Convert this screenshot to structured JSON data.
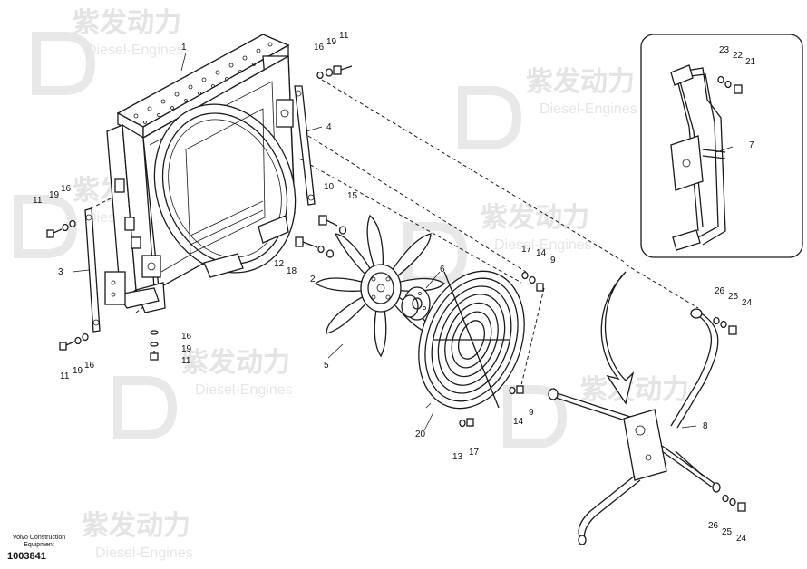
{
  "watermark": {
    "brand_cn": "紫发动力",
    "brand_en": "Diesel-Engines"
  },
  "footer": {
    "brand_line1": "Volvo Construction",
    "brand_line2": "Equipment",
    "drawing_number": "1003841"
  },
  "callouts": {
    "c1": "1",
    "c2": "2",
    "c3": "3",
    "c4": "4",
    "c5": "5",
    "c6": "6",
    "c7": "7",
    "c8": "8",
    "c9a": "9",
    "c9b": "9",
    "c10": "10",
    "c11a": "11",
    "c11b": "11",
    "c11c": "11",
    "c11d": "11",
    "c12": "12",
    "c13": "13",
    "c14a": "14",
    "c14b": "14",
    "c15": "15",
    "c16a": "16",
    "c16b": "16",
    "c16c": "16",
    "c16d": "16",
    "c17a": "17",
    "c17b": "17",
    "c18": "18",
    "c19a": "19",
    "c19b": "19",
    "c19c": "19",
    "c19d": "19",
    "c20": "20",
    "c21": "21",
    "c22": "22",
    "c23": "23",
    "c24a": "24",
    "c24b": "24",
    "c25a": "25",
    "c25b": "25",
    "c26a": "26",
    "c26b": "26"
  }
}
